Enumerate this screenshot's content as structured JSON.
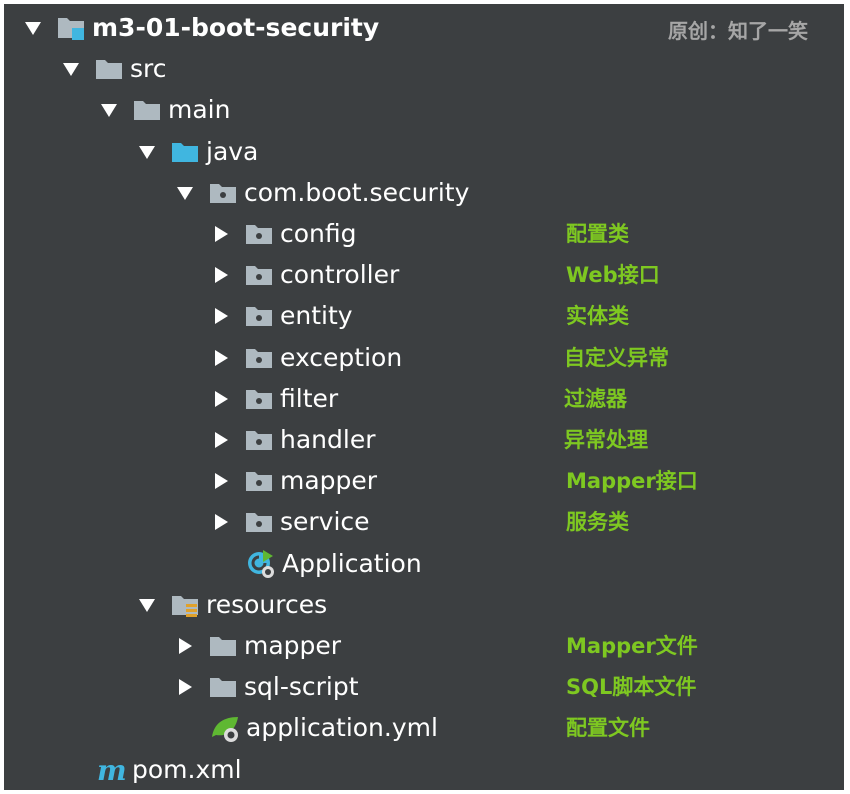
{
  "watermark": "原创：知了一笑",
  "tree": [
    {
      "label": "m3-01-boot-security",
      "icon": "module-folder-icon",
      "arrow": "expanded"
    },
    {
      "label": "src",
      "icon": "folder-icon",
      "arrow": "expanded"
    },
    {
      "label": "main",
      "icon": "folder-icon",
      "arrow": "expanded"
    },
    {
      "label": "java",
      "icon": "source-folder-icon",
      "arrow": "expanded"
    },
    {
      "label": "com.boot.security",
      "icon": "package-icon",
      "arrow": "expanded"
    },
    {
      "label": "config",
      "icon": "package-icon",
      "arrow": "collapsed"
    },
    {
      "label": "controller",
      "icon": "package-icon",
      "arrow": "collapsed"
    },
    {
      "label": "entity",
      "icon": "package-icon",
      "arrow": "collapsed"
    },
    {
      "label": "exception",
      "icon": "package-icon",
      "arrow": "collapsed"
    },
    {
      "label": "filter",
      "icon": "package-icon",
      "arrow": "collapsed"
    },
    {
      "label": "handler",
      "icon": "package-icon",
      "arrow": "collapsed"
    },
    {
      "label": "mapper",
      "icon": "package-icon",
      "arrow": "collapsed"
    },
    {
      "label": "service",
      "icon": "package-icon",
      "arrow": "collapsed"
    },
    {
      "label": "Application",
      "icon": "spring-boot-app-icon",
      "arrow": "none"
    },
    {
      "label": "resources",
      "icon": "resources-folder-icon",
      "arrow": "expanded"
    },
    {
      "label": "mapper",
      "icon": "folder-icon",
      "arrow": "collapsed"
    },
    {
      "label": "sql-script",
      "icon": "folder-icon",
      "arrow": "collapsed"
    },
    {
      "label": "application.yml",
      "icon": "spring-config-icon",
      "arrow": "none"
    },
    {
      "label": "pom.xml",
      "icon": "maven-icon",
      "arrow": "none"
    }
  ],
  "annotations": [
    {
      "row": 5,
      "text": "配置类"
    },
    {
      "row": 6,
      "text": "Web接口"
    },
    {
      "row": 7,
      "text": "实体类"
    },
    {
      "row": 8,
      "text": "自定义异常"
    },
    {
      "row": 9,
      "text": "过滤器"
    },
    {
      "row": 10,
      "text": "异常处理"
    },
    {
      "row": 11,
      "text": "Mapper接口"
    },
    {
      "row": 12,
      "text": "服务类"
    },
    {
      "row": 15,
      "text": "Mapper文件"
    },
    {
      "row": 16,
      "text": "SQL脚本文件"
    },
    {
      "row": 17,
      "text": "配置文件"
    }
  ],
  "colors": {
    "background": "#3c3f41",
    "text": "#ffffff",
    "annotation": "#7ec821",
    "folder": "#aeb9c0",
    "source_folder": "#40b6e0",
    "arrow": "#ffffff"
  }
}
